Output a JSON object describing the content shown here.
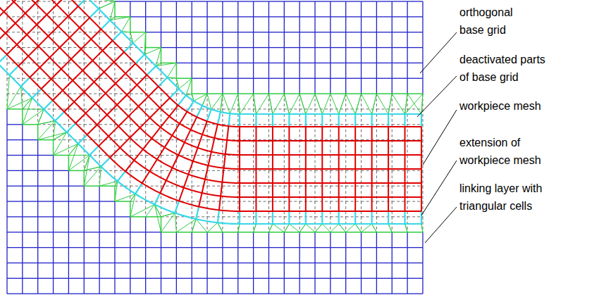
{
  "diagram": {
    "labels": [
      "orthogonal base grid",
      "deactivated parts of base grid",
      "workpiece mesh",
      "extension of workpiece mesh",
      "linking layer with triangular cells"
    ]
  }
}
